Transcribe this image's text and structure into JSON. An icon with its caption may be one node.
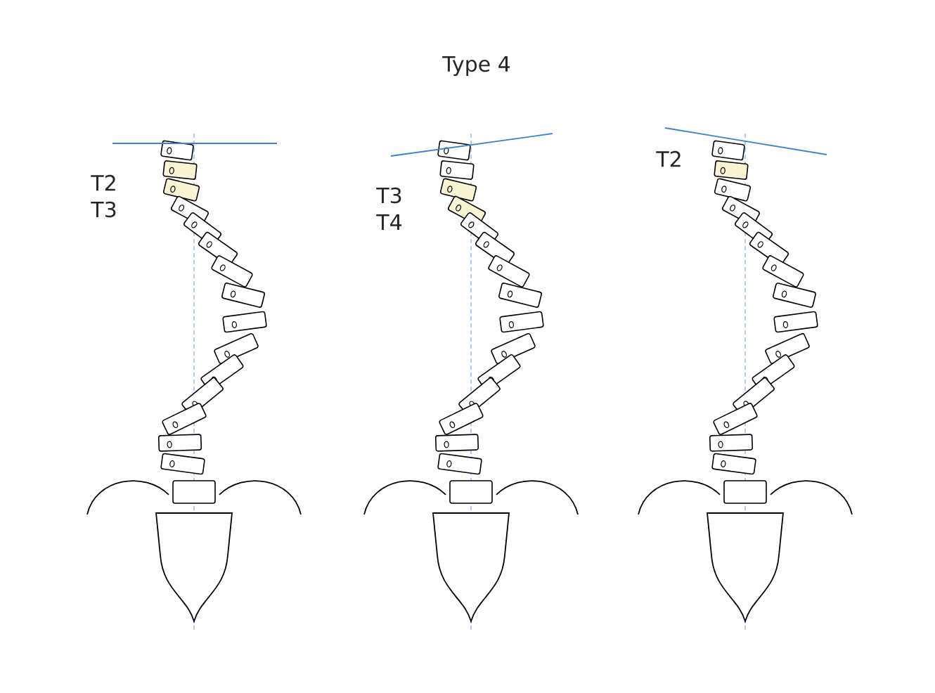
{
  "diagram": {
    "title": "Type 4",
    "labels": [
      "T2",
      "T3",
      "T3",
      "T4",
      "T2"
    ]
  }
}
